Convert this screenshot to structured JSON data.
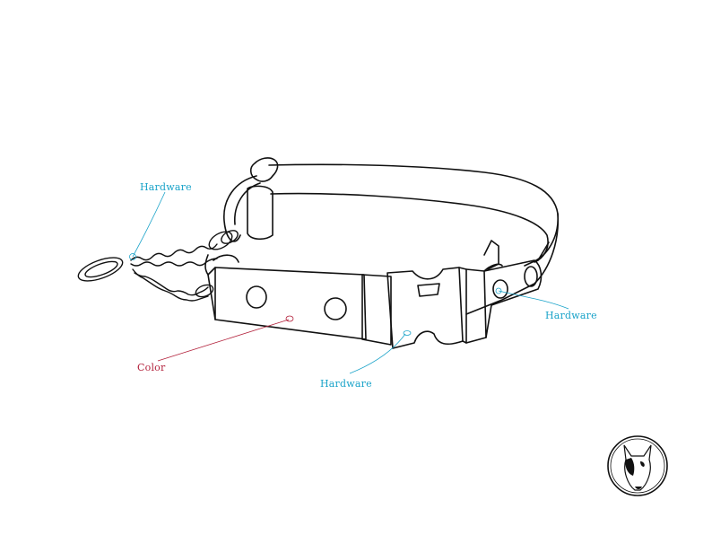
{
  "callouts": [
    {
      "label": "Hardware",
      "color": "#1aa3c9"
    },
    {
      "label": "Color",
      "color": "#b3223c"
    },
    {
      "label": "Hardware",
      "color": "#1aa3c9"
    },
    {
      "label": "Hardware",
      "color": "#1aa3c9"
    }
  ],
  "colors": {
    "line_art": "#111111",
    "hardware": "#1aa3c9",
    "color_option": "#b3223c",
    "background": "#ffffff"
  },
  "logo": {
    "icon": "bull-terrier-head-icon"
  }
}
